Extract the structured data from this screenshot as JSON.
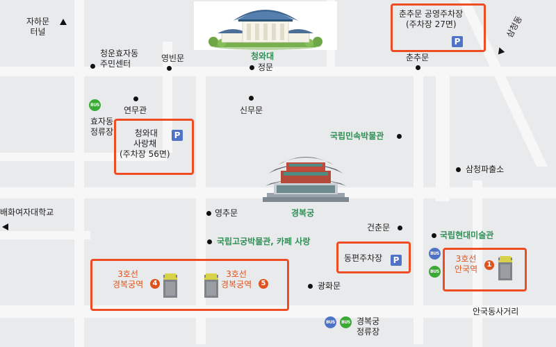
{
  "labels": {
    "jahamun_tunnel": [
      "자하문",
      "터널"
    ],
    "cheongun_center": [
      "청운효자동",
      "주민센터"
    ],
    "yeongbinmun": "영빈문",
    "cheongwadae": "청와대",
    "jeongmun": "정문",
    "chunchumun_parking": [
      "춘추문 공영주차장",
      "(주차장 27면)"
    ],
    "chunchumun": "춘추문",
    "samcheongdong": "삼청동",
    "yeonmugwan": "연무관",
    "hyoja_stop": [
      "효자동",
      "정류장"
    ],
    "sarangchae": [
      "청와대",
      "사랑채",
      "(주차장 56면)"
    ],
    "sinmumun": "신무문",
    "folk_museum": "국립민속박물관",
    "samcheong_police": "삼청파출소",
    "baehwa": "배화여자대학교",
    "yeongchumun": "영추문",
    "gyeongbokgung": "경복궁",
    "geonchunmun": "건춘문",
    "mmca": "국립현대미술관",
    "palace_museum": "국립고궁박물관, 카페 사랑",
    "dongpyeon_parking": "동편주차장",
    "anguk_station": [
      "3호선",
      "안국역"
    ],
    "gbg_exit4": [
      "3호선",
      "경복궁역"
    ],
    "gbg_exit5": [
      "3호선",
      "경복궁역"
    ],
    "gwanghwamun": "광화문",
    "anguk_intersection": "안국동사거리",
    "gyeongbokgung_stop": [
      "경복궁",
      "정류장"
    ]
  },
  "badges": {
    "parking": "P",
    "bus": "BUS",
    "exit_anguk": "1",
    "exit_gbg4": "4",
    "exit_gbg5": "5"
  },
  "colors": {
    "highlight": "#ee4d23",
    "landmark_green": "#2f8f55",
    "subway_orange": "#e0531c",
    "parking_blue": "#4f73c7",
    "bus_green": "#3aaa35",
    "road": "#f7f7f8",
    "background": "#e9eaec"
  },
  "icons": {
    "cheongwadae": "blue-roof-house-icon",
    "gyeongbokgung": "palace-icon",
    "station": "subway-entrance-icon",
    "parking": "parking-icon",
    "bus": "bus-stop-icon",
    "direction": "direction-arrow-icon",
    "poi": "location-dot-icon"
  }
}
